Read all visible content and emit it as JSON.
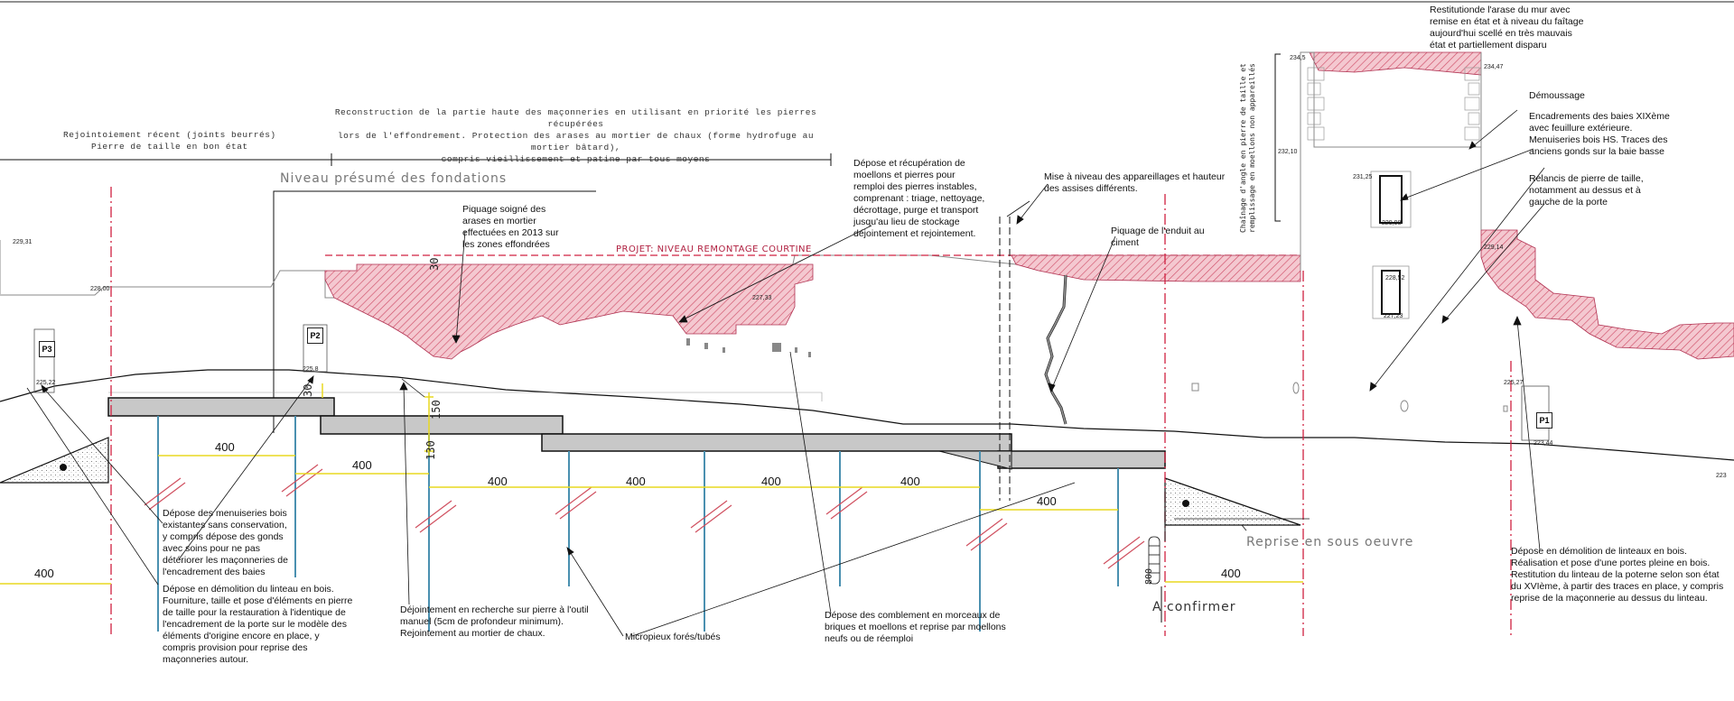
{
  "annotations": {
    "restitution": "Restitutionde l'arase du mur avec\nremise en état et à niveau du faîtage\naujourd'hui scellé en très mauvais\nétat et partiellement disparu",
    "demoussage": "Démoussage",
    "encadrements": "Encadrements des baies XIXème\navec feuillure extérieure.\nMenuiseries bois HS. Traces des\nanciens gonds sur la baie basse",
    "relancis": "Relancis de pierre de taille,\nnotamment au dessus et à\ngauche de la porte",
    "rejointoiement": "Rejointoiement récent (joints beurrés)\nPierre de taille en bon état",
    "reconstruction": "Reconstruction de la partie haute des maçonneries en utilisant en priorité les pierres récupérées\nlors de l'effondrement. Protection des arases au mortier de chaux (forme hydrofuge au mortier bâtard),\ncompris vieillissement et patine par tous moyens",
    "piquage_soigne": "Piquage soigné des\narases en mortier\neffectuées en 2013 sur\nles zones effondrées",
    "depose_recuperation": "Dépose et récupération de\nmoellons et pierres pour\nremploi des pierres instables,\ncomprenant : triage, nettoyage,\ndécrottage, purge et transport\njusqu'au lieu de stockage\ndéjointement et rejointement.",
    "mise_niveau": "Mise à niveau des appareillages et hauteur\ndes assises différents.",
    "piquage_enduit": "Piquage de l'enduit au\nciment",
    "depose_menuiseries": "Dépose des menuiseries bois\nexistantes sans conservation,\ny compris dépose des gonds\navec soins pour ne pas\ndétériorer les maçonneries de\nl'encadrement des baies",
    "depose_linteau": "Dépose en démolition du linteau en bois.\nFourniture, taille et pose d'éléments en pierre\nde taille pour la restauration à l'identique de\nl'encadrement de la porte sur le modèle des\néléments d'origine encore en place, y\ncompris provision pour reprise des\nmaçonneries autour.",
    "dejointement": "Déjointement en recherche sur pierre à l'outil\nmanuel (5cm de profondeur minimum).\nRejointement au mortier de chaux.",
    "micropieux": "Micropieux forés/tubés",
    "depose_comblement": "Dépose des comblement en morceaux de\nbriques et moellons et reprise par moellons\nneufs ou de réemploi",
    "depose_linteaux_bois": "Dépose en démolition de linteaux en bois.\nRéalisation et pose d'une portes pleine en bois.\nRestitution du linteau de la poterne selon son état\ndu XVIème, à partir des traces en place, y compris\nreprise de la maçonnerie au dessus du linteau.",
    "niveau_fondations": "Niveau présumé des fondations",
    "projet_niveau": "PROJET: NIVEAU REMONTAGE COURTINE",
    "reprise_sous_oeuvre": "Reprise en sous oeuvre",
    "a_confirmer": "A confirmer",
    "chainage": "Chaînage d'angle en pierre de taille et\nremplissage en moellons non appareillés"
  },
  "markers": {
    "p1": "P1",
    "p2": "P2",
    "p3": "P3"
  },
  "levels": {
    "l229_31": "229,31",
    "l228_00": "228,00",
    "l227_33": "227,33",
    "l225_p2": "225,8",
    "l225_22": "225,22",
    "l234_top": "234,5",
    "l234_47": "234,47",
    "l232_10": "232,10",
    "l231_25": "231,25",
    "l229_98": "229,98",
    "l228_52": "228,52",
    "l227_23": "227,23",
    "l229_14": "229,14",
    "l225_27": "225,27",
    "l223_44": "223,44",
    "l223_right": "223"
  },
  "dimensions": {
    "d1": "400",
    "d2": "400",
    "d3": "400",
    "d4": "400",
    "d5": "400",
    "d6": "400",
    "d7": "400",
    "d8": "400",
    "d9": "400",
    "v1": "30",
    "v2": "150",
    "v3": "30",
    "v4": "130",
    "v5": "800"
  },
  "colors": {
    "hatch": "#e07a8e",
    "hatch_fill": "#f4c8d0",
    "beam": "#c8c8c8",
    "dimension": "#f0e020",
    "pile": "#4a90b0",
    "slash": "#d05060"
  }
}
